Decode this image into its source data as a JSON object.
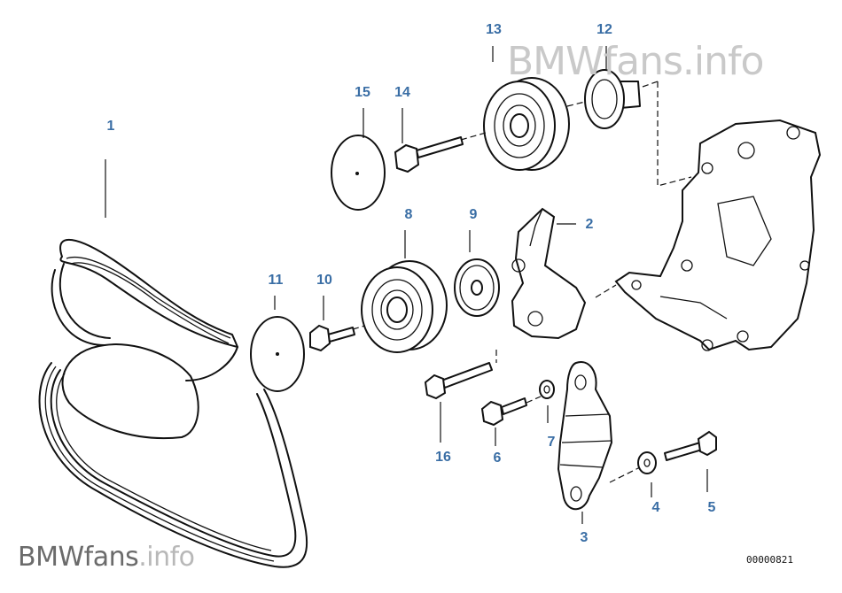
{
  "diagram": {
    "callouts": [
      {
        "id": "1",
        "label": "1"
      },
      {
        "id": "2",
        "label": "2"
      },
      {
        "id": "3",
        "label": "3"
      },
      {
        "id": "4",
        "label": "4"
      },
      {
        "id": "5",
        "label": "5"
      },
      {
        "id": "6",
        "label": "6"
      },
      {
        "id": "7",
        "label": "7"
      },
      {
        "id": "8",
        "label": "8"
      },
      {
        "id": "9",
        "label": "9"
      },
      {
        "id": "10",
        "label": "10"
      },
      {
        "id": "11",
        "label": "11"
      },
      {
        "id": "12",
        "label": "12"
      },
      {
        "id": "13",
        "label": "13"
      },
      {
        "id": "14",
        "label": "14"
      },
      {
        "id": "15",
        "label": "15"
      },
      {
        "id": "16",
        "label": "16"
      }
    ],
    "diagram_number": "00000821",
    "callout_color": "#3a6ea5"
  },
  "watermark": {
    "top": {
      "brand": "BMWfans",
      "suffix": ".info"
    },
    "bottom": {
      "brand": "BMWfans",
      "suffix": ".info"
    }
  }
}
